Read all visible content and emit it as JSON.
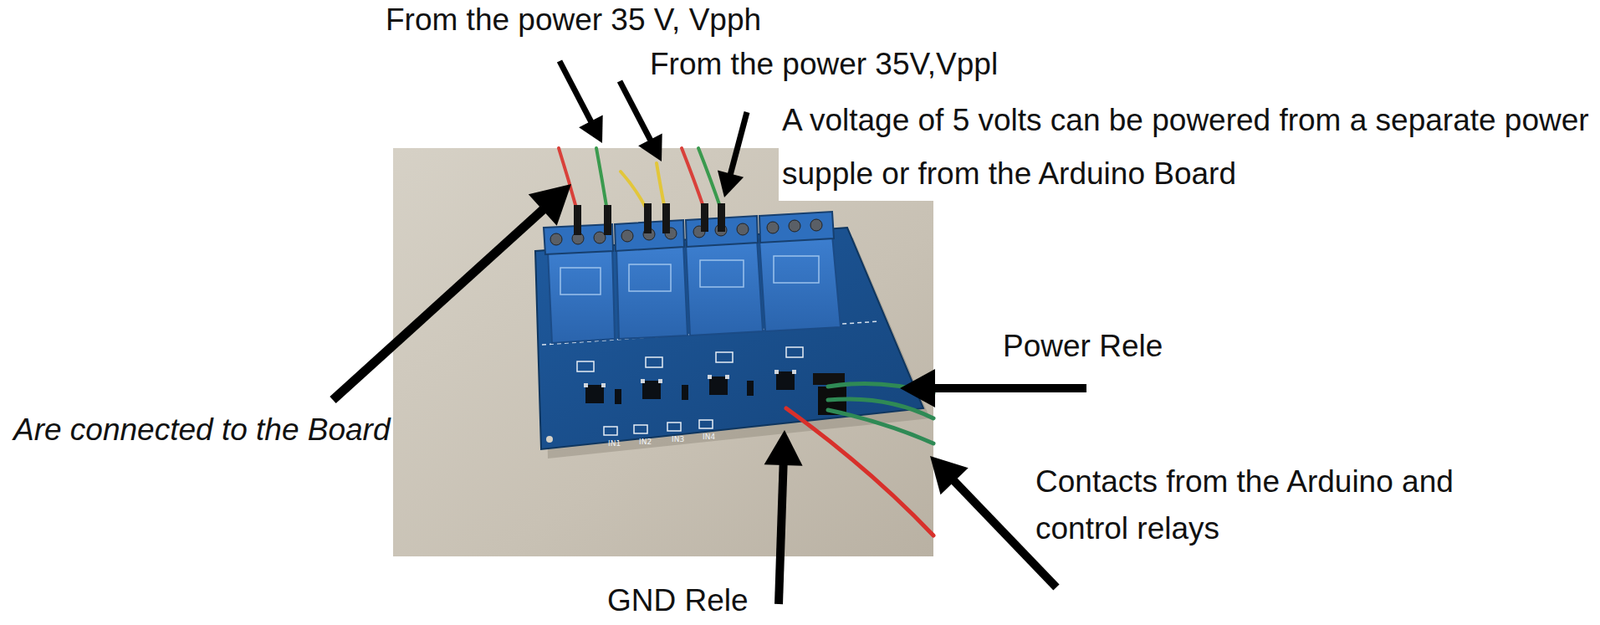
{
  "diagram": {
    "labels": [
      "From the power 35 V, Vpph",
      "From the power 35V,Vppl",
      "A voltage of 5 volts can be powered from a separate power supple or from the Arduino Board",
      "Power Rele",
      "Are connected to the Board",
      "IN1",
      "IN2",
      "IN3",
      "IN4",
      "Contacts from the Arduino and control relays",
      "GND Rele"
    ]
  }
}
